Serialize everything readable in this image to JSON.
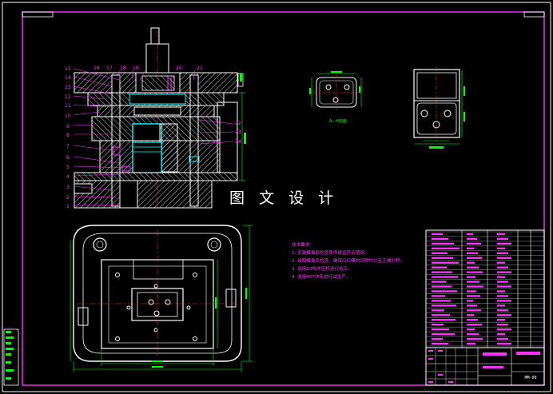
{
  "watermark": "图 文 设 计",
  "section_label": "A—A剖面",
  "tech_req": {
    "title": "技术要求:",
    "items": [
      "1. 安装模具前检查零件是否符合图纸。",
      "2. 装配模具后检查、确保凸凹模的间隙均匀且正确对称。",
      "3. 选用20吨冲压机进行加工。",
      "4. 选用40T冲床进行试生产。"
    ]
  },
  "part_numbers_left": [
    "15",
    "14",
    "13",
    "12",
    "11",
    "10",
    "9",
    "8",
    "7",
    "6",
    "5",
    "4",
    "3",
    "2",
    "1"
  ],
  "part_numbers_top": [
    "16",
    "17",
    "18",
    "19",
    "20",
    "21"
  ],
  "part_numbers_right": [
    "22",
    "23",
    "24"
  ],
  "drawing_no": "MM-00",
  "colors": {
    "frame": "#ffffff",
    "outline": "#ffffff",
    "dimension": "#00ff00",
    "hatch": "#ffffff",
    "callout": "#ff33ff",
    "section": "#00ffff",
    "centerline": "#ff3333",
    "block": "#ffff00"
  }
}
